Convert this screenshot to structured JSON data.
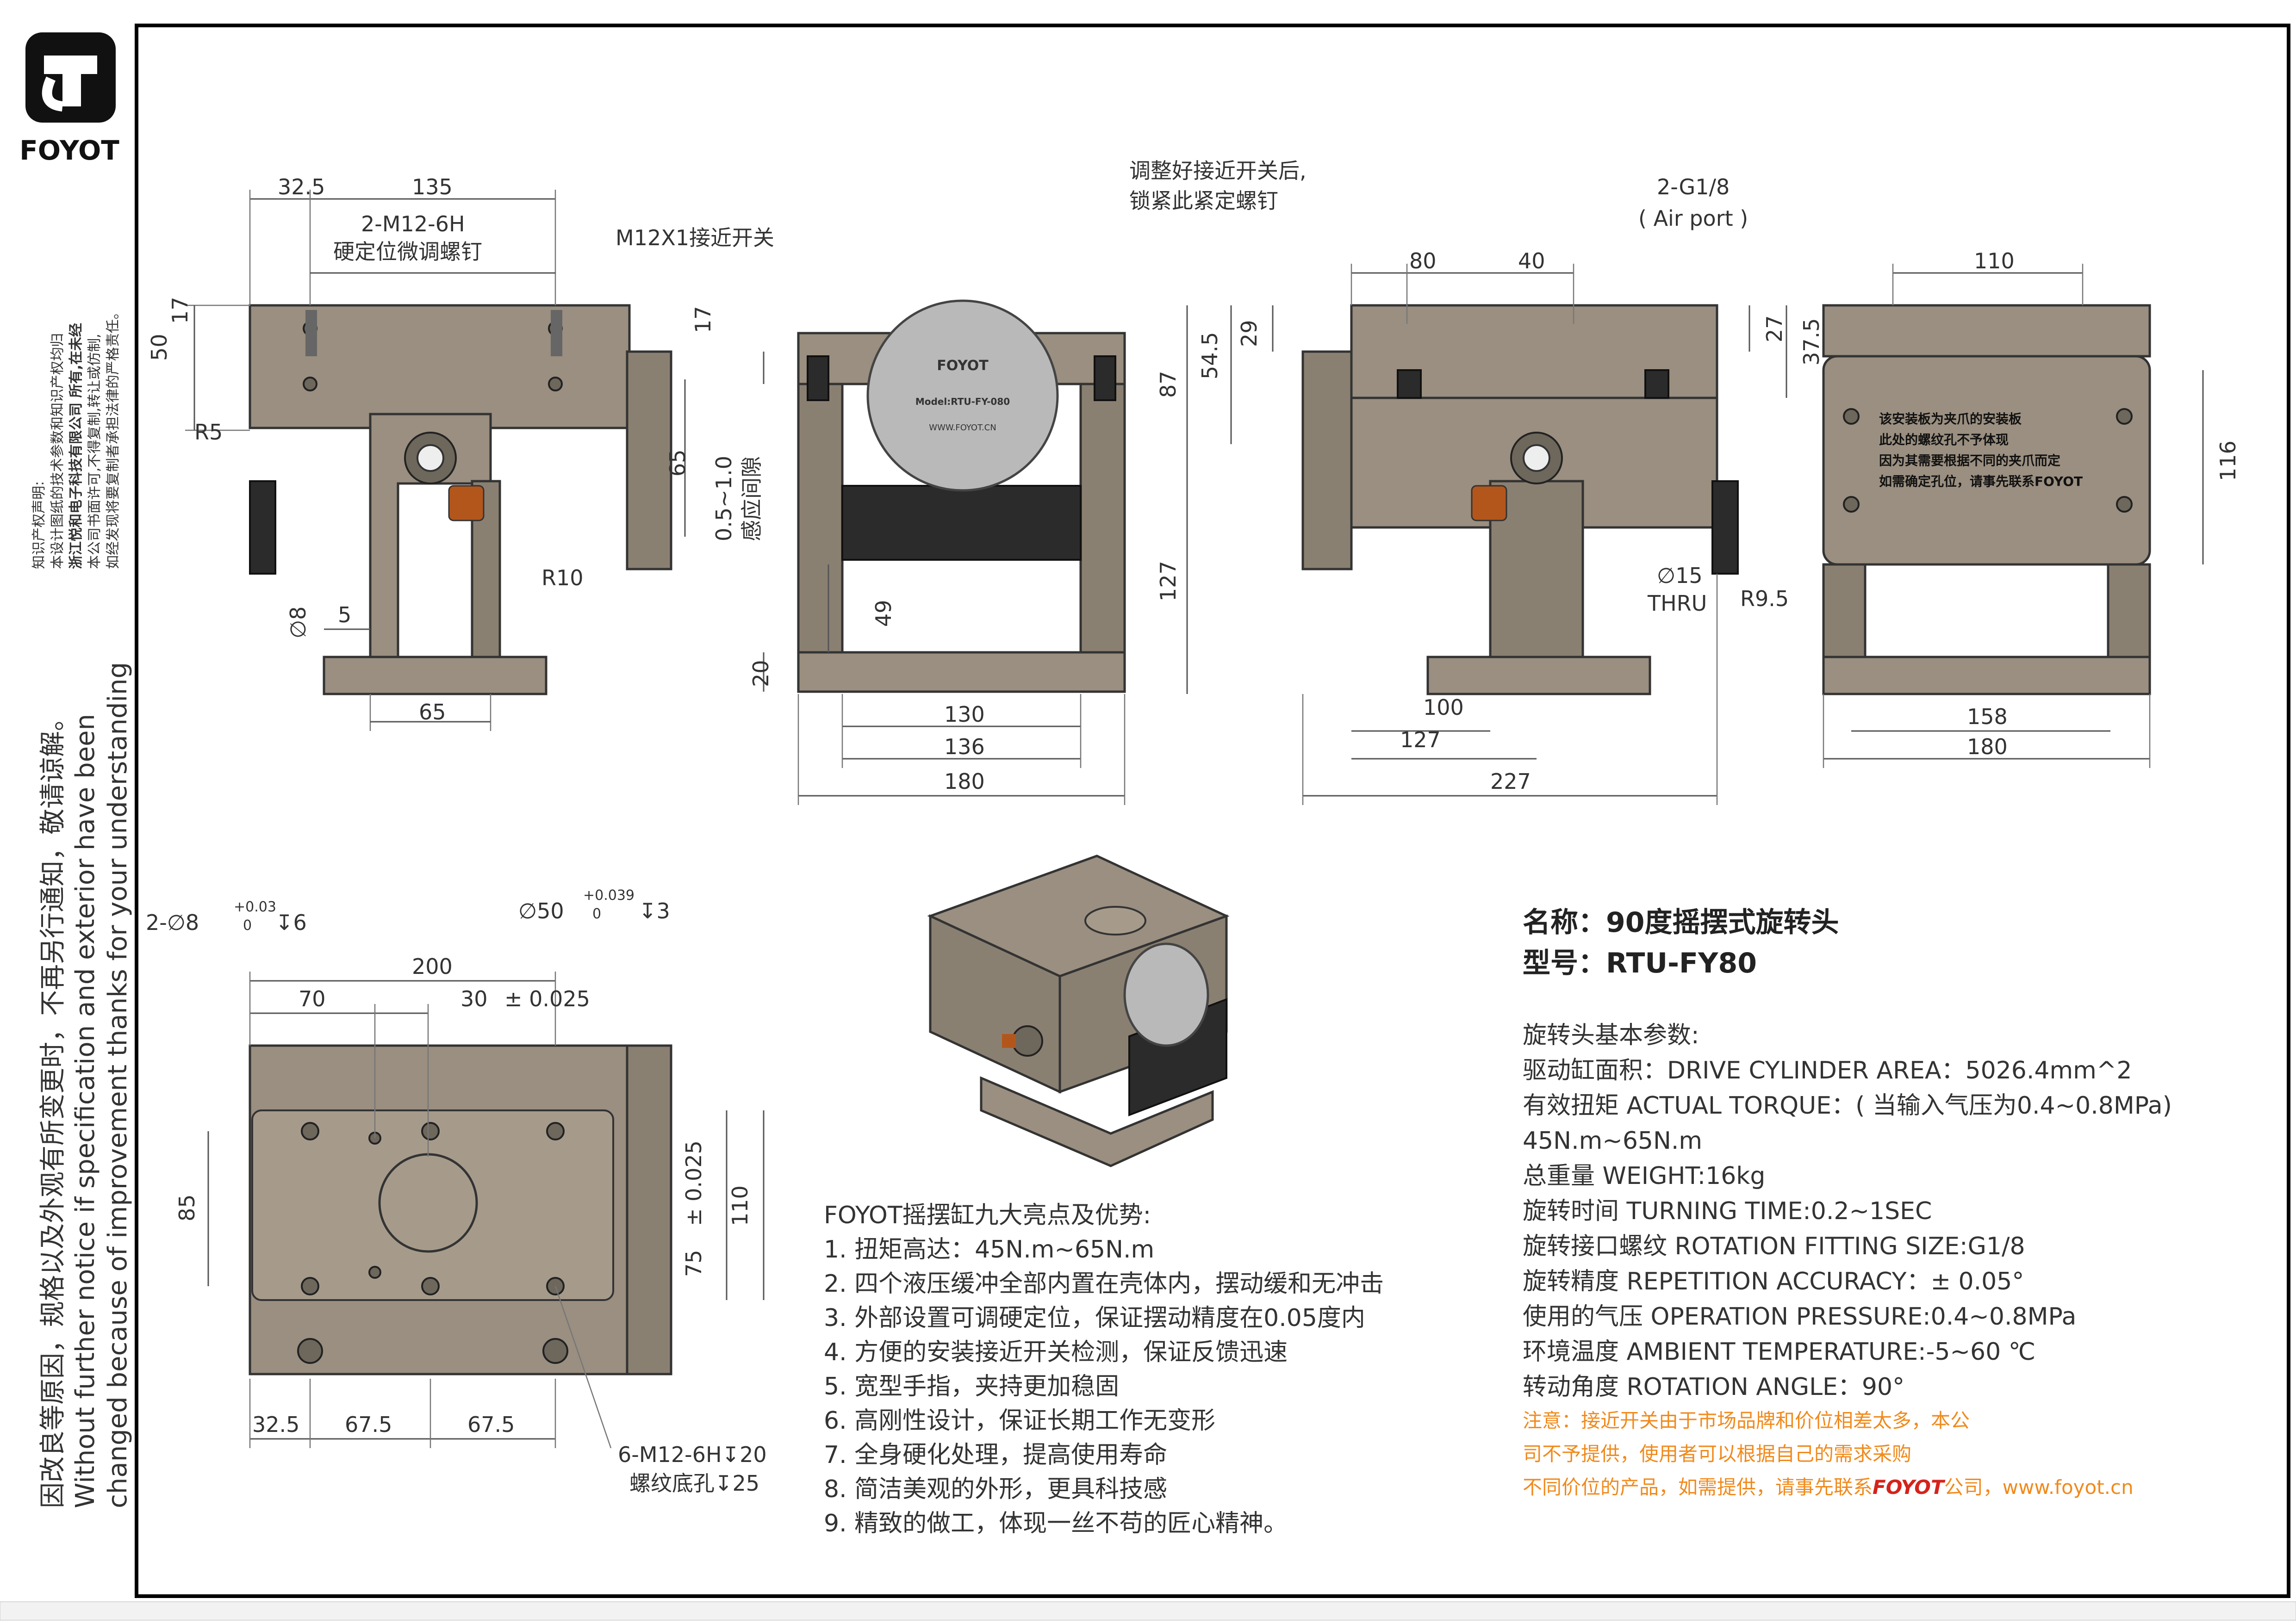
{
  "brand": {
    "name": "FOYOT",
    "logo_icon": "foyot-logo-icon"
  },
  "side_notes": {
    "copyright_title": "知识产权声明:",
    "copyright_1": "本设计图纸的技术参数和知识产权均归",
    "copyright_2": "浙江悦和电子科技有限公司 所有,在未经",
    "copyright_3": "本公司书面许可,不得复制,转让或仿制,",
    "copyright_4": "如经发现将要复制者承担法律的严格责任。",
    "notice_cn": "因改良等原因，规格以及外观有所变更时，不再另行通知，敬请谅解。",
    "notice_en_1": "Without further notice if specification and exterior have been",
    "notice_en_2": "changed because of improvement thanks for your understanding"
  },
  "view1": {
    "d_325": "32.5",
    "d_135": "135",
    "thread": "2-M12-6H",
    "thread_desc": "硬定位微调螺钉",
    "d_17": "17",
    "d_50": "50",
    "r5": "R5",
    "r10": "R10",
    "d_65v": "65",
    "phi8": "∅8",
    "d_5": "5",
    "d_65": "65"
  },
  "view2": {
    "sensor": "M12X1接近开关",
    "d_17": "17",
    "gap": "0.5~1.0",
    "gap_desc": "感应间隙",
    "d_49": "49",
    "d_20": "20",
    "d_130": "130",
    "d_136": "136",
    "d_180": "180",
    "plate_brand": "FOYOT",
    "plate_model": "Model:RTU-FY-080",
    "plate_url": "WWW.FOYOT.CN"
  },
  "view3": {
    "adjust_1": "调整好接近开关后,",
    "adjust_2": "锁紧此紧定螺钉",
    "port": "2-G1/8",
    "port_desc": "( Air port )",
    "d_80": "80",
    "d_40": "40",
    "d_29": "29",
    "d_545": "54.5",
    "d_87": "87",
    "d_27": "27",
    "d_375": "37.5",
    "d_127v": "127",
    "phi15": "∅15",
    "thru": "THRU",
    "d_100": "100",
    "d_127": "127",
    "d_227": "227"
  },
  "view4": {
    "d_110": "110",
    "d_116": "116",
    "r95": "R9.5",
    "d_158": "158",
    "d_180": "180",
    "plate_1": "该安装板为夹爪的安装板",
    "plate_2": "此处的螺纹孔不予体现",
    "plate_3": "因为其需要根据不同的夹爪而定",
    "plate_4": "如需确定孔位，请事先联系FOYOT"
  },
  "view5": {
    "pin": "2-∅8",
    "pin_tol_up": "+0.03",
    "pin_tol_low": "0",
    "pin_depth": "↧6",
    "bore": "∅50",
    "bore_tol_up": "+0.039",
    "bore_tol_low": "0",
    "bore_depth": "↧3",
    "d_200": "200",
    "d_70": "70",
    "d_30": "30",
    "tol_025": "± 0.025",
    "d_85": "85",
    "d_75": "75",
    "tol_025v": "± 0.025",
    "d_110": "110",
    "d_325": "32.5",
    "d_675a": "67.5",
    "d_675b": "67.5",
    "thread_1": "6-M12-6H↧20",
    "thread_2": "螺纹底孔↧25"
  },
  "product": {
    "name_label": "名称：90度摇摆式旋转头",
    "model_label": "型号：RTU-FY80"
  },
  "advantages": {
    "title": "FOYOT摇摆缸九大亮点及优势:",
    "items": [
      "1. 扭矩高达：45N.m~65N.m",
      "2. 四个液压缓冲全部内置在壳体内，摆动缓和无冲击",
      "3. 外部设置可调硬定位，保证摆动精度在0.05度内",
      "4. 方便的安装接近开关检测，保证反馈迅速",
      "5. 宽型手指，夹持更加稳固",
      "6. 高刚性设计，保证长期工作无变形",
      "7. 全身硬化处理，提高使用寿命",
      "8. 简洁美观的外形，更具科技感",
      "9. 精致的做工，体现一丝不苟的匠心精神。"
    ]
  },
  "specs": {
    "title": "旋转头基本参数:",
    "items": [
      "驱动缸面积：DRIVE  CYLINDER  AREA：5026.4mm^2",
      "有效扭矩  ACTUAL  TORQUE：( 当输入气压为0.4~0.8MPa)",
      "45N.m~65N.m",
      "总重量  WEIGHT:16kg",
      "旋转时间  TURNING  TIME:0.2~1SEC",
      "旋转接口螺纹  ROTATION  FITTING  SIZE:G1/8",
      "旋转精度  REPETITION  ACCURACY：± 0.05°",
      "使用的气压  OPERATION  PRESSURE:0.4~0.8MPa",
      "环境温度  AMBIENT  TEMPERATURE:-5~60  ℃",
      "转动角度  ROTATION  ANGLE：90°"
    ]
  },
  "note": {
    "line1": "注意：接近开关由于市场品牌和价位相差太多，本公",
    "line2": "司不予提供，使用者可以根据自己的需求采购",
    "line3_a": "不同价位的产品，如需提供，请事先联系",
    "line3_brand": "FOYOT",
    "line3_b": "公司，www.foyot.cn"
  },
  "colors": {
    "note": "#f08a1c",
    "body": "#9a8f80",
    "dark": "#2b2b2b",
    "frame": "#000000"
  }
}
